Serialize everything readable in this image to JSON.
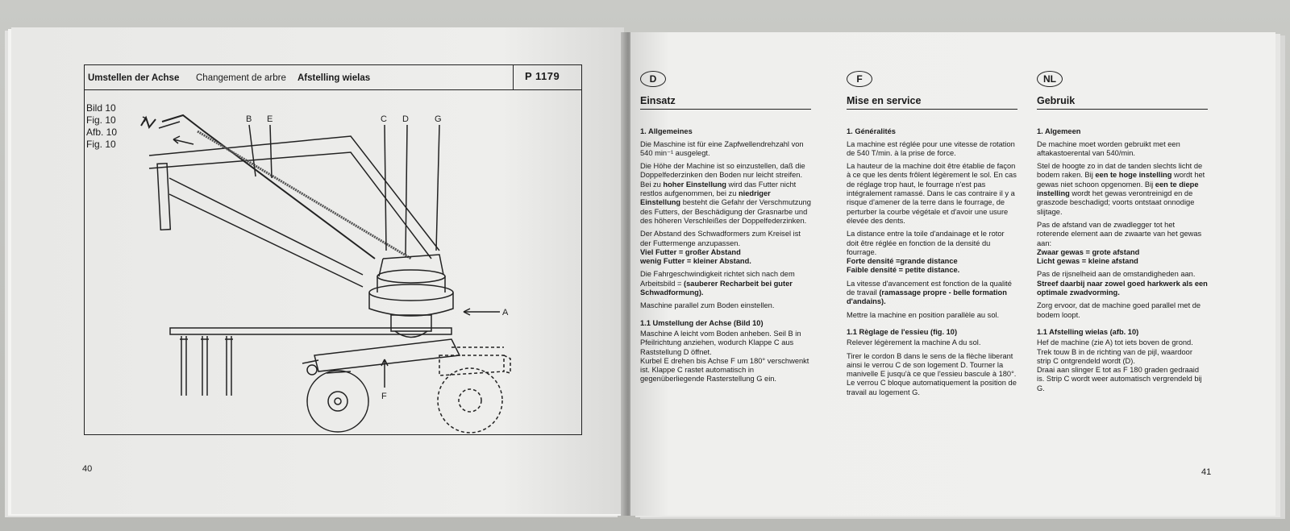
{
  "left_page": {
    "header": {
      "de": "Umstellen der Achse",
      "fr": "Changement de arbre",
      "nl": "Afstelling wielas",
      "code": "P 1179"
    },
    "figure_labels": [
      "Bild  10",
      "Fig.  10",
      "Afb.  10",
      "Fig.  10"
    ],
    "callouts": {
      "a": "A",
      "b": "B",
      "c": "C",
      "d": "D",
      "e": "E",
      "f": "F",
      "g": "G"
    },
    "page_number": "40"
  },
  "right_page": {
    "page_number": "41",
    "de": {
      "badge": "D",
      "heading": "Einsatz",
      "section1_title": "1. Allgemeines",
      "p1": "Die Maschine ist für eine Zapfwellendrehzahl von 540 min⁻¹ ausgelegt.",
      "p2a": "Die Höhe der Machine ist so einzustellen, daß die Doppelfederzinken den Boden nur leicht streifen. Bei zu ",
      "p2b": "hoher Einstellung",
      "p2c": " wird das Futter nicht restlos aufgenommen, bei zu ",
      "p2d": "niedriger Einstellung",
      "p2e": " besteht die Gefahr der Verschmutzung des Futters, der Beschädigung der Grasnarbe und des höheren Verschleißes der Doppelfederzinken.",
      "p3": "Der Abstand des Schwadformers zum Kreisel ist der Futtermenge anzupassen.",
      "p3b1": "Viel Futter = großer Abstand",
      "p3b2": "wenig Futter = kleiner Abstand.",
      "p4a": "Die Fahrgeschwindigkeit richtet sich nach dem Arbeitsbild = ",
      "p4b": "(sauberer Recharbeit bei guter Schwadformung).",
      "p5": "Maschine parallel zum Boden einstellen.",
      "section2_title": "1.1 Umstellung der Achse (Bild 10)",
      "p6": "Maschine A leicht vom Boden anheben. Seil B in Pfeilrichtung anziehen, wodurch Klappe C aus Raststellung D öffnet.",
      "p7": "Kurbel E drehen bis Achse F um 180° verschwenkt ist. Klappe C rastet automatisch in gegenüberliegende Rasterstellung G ein."
    },
    "fr": {
      "badge": "F",
      "heading": "Mise en service",
      "section1_title": "1. Généralités",
      "p1": "La machine est réglée pour une vitesse de rotation de 540 T/min. à la prise de force.",
      "p2": "La hauteur de la machine doit être établie de façon à ce que les dents frôlent légèrement le sol. En cas de réglage trop haut, le fourrage n'est pas intégralement ramassé. Dans le cas contraire il y a risque d'amener de la terre dans le fourrage, de perturber la courbe végétale et d'avoir une usure élevée des dents.",
      "p3": "La distance entre la toile d'andainage et le rotor doit être réglée en fonction de la densité du fourrage.",
      "p3b1": "Forte densité =grande distance",
      "p3b2": "Faible densité = petite distance.",
      "p4a": "La vitesse d'avancement est fonction de la qualité de travail ",
      "p4b": "(ramassage propre - belle formation d'andains).",
      "p5": "Mettre la machine en position parallèle au sol.",
      "section2_title": "1.1 Règlage de l'essieu (fig. 10)",
      "p6": "Relever légèrement la machine A du sol.",
      "p7": "Tirer le cordon B dans le sens de la flèche liberant ainsi le verrou C de son logement D. Tourner la manivelle E jusqu'à ce que l'essieu bascule à 180°. Le verrou C bloque automatiquement la position de travail au logement G."
    },
    "nl": {
      "badge": "NL",
      "heading": "Gebruik",
      "section1_title": "1. Algemeen",
      "p1": "De machine moet worden gebruikt met een aftakastoerental van 540/min.",
      "p2a": "Stel de hoogte zo in dat de tanden slechts licht de bodem raken. Bij ",
      "p2b": "een te hoge instelling",
      "p2c": " wordt het gewas niet schoon opgenomen. Bij ",
      "p2d": "een te diepe instelling",
      "p2e": " wordt het gewas verontreinigd en de graszode beschadigd; voorts ontstaat onnodige slijtage.",
      "p3": "Pas de afstand van de zwadlegger tot het roterende element aan de zwaarte van het gewas aan:",
      "p3b1": "Zwaar gewas = grote afstand",
      "p3b2": "Licht gewas = kleine afstand",
      "p4a": "Pas de rijsnelheid aan de omstandigheden aan. ",
      "p4b": "Streef daarbij naar zowel goed harkwerk als een optimale zwadvorming.",
      "p5": "Zorg ervoor, dat de machine goed parallel met de bodem loopt.",
      "section2_title": "1.1 Afstelling wielas (afb. 10)",
      "p6": "Hef de machine (zie A) tot iets boven de grond. Trek touw B in de richting van de pijl, waardoor strip C ontgrendeld wordt (D).",
      "p7": "Draai aan slinger E tot as F 180 graden gedraaid is. Strip C wordt weer automatisch vergrendeld bij G."
    }
  }
}
